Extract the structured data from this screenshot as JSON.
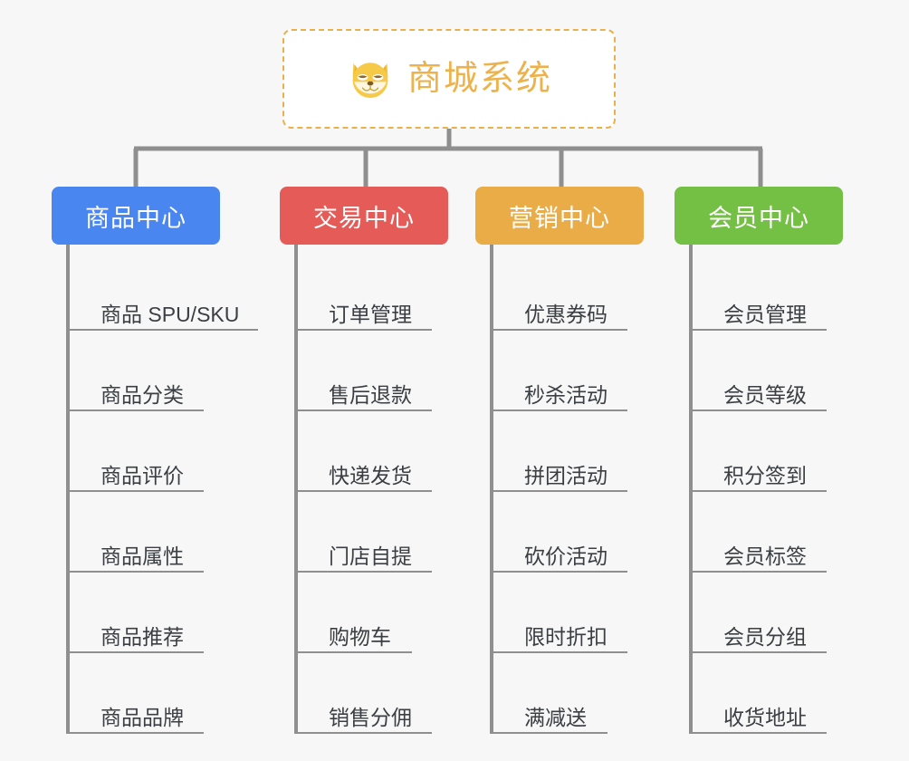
{
  "background_color": "#f7f7f7",
  "root": {
    "title": "商城系统",
    "icon": "shiba-dog-face-icon",
    "text_color": "#edb24b",
    "border_color": "#ebb04a",
    "fill_color": "#ffffff"
  },
  "connector_color": "#8f8f8f",
  "branches": [
    {
      "label": "商品中心",
      "color": "#4a86f0",
      "leaves": [
        "商品 SPU/SKU",
        "商品分类",
        "商品评价",
        "商品属性",
        "商品推荐",
        "商品品牌"
      ]
    },
    {
      "label": "交易中心",
      "color": "#e55b57",
      "leaves": [
        "订单管理",
        "售后退款",
        "快递发货",
        "门店自提",
        "购物车",
        "销售分佣"
      ]
    },
    {
      "label": "营销中心",
      "color": "#eaac46",
      "leaves": [
        "优惠券码",
        "秒杀活动",
        "拼团活动",
        "砍价活动",
        "限时折扣",
        "满减送"
      ]
    },
    {
      "label": "会员中心",
      "color": "#74c044",
      "leaves": [
        "会员管理",
        "会员等级",
        "积分签到",
        "会员标签",
        "会员分组",
        "收货地址"
      ]
    }
  ]
}
